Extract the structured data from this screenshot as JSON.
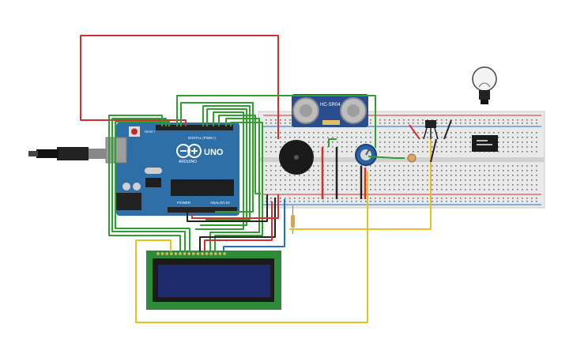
{
  "circuit": {
    "arduino": {
      "brand": "ARDUINO",
      "model": "UNO",
      "header_digital": "DIGITAL (PWM~)",
      "header_power": "POWER",
      "header_analog": "ANALOG IN",
      "reset_label": "RESET"
    },
    "ultrasonic": {
      "label": "HC-SR04"
    },
    "colors": {
      "board": "#2f6fa8",
      "breadboard": "#e9e9e9",
      "wire_red": "#d32f2f",
      "wire_green": "#2fa02f",
      "wire_black": "#222222",
      "wire_yellow": "#e8c21a",
      "wire_blue": "#1d6fd0",
      "lcd_pcb": "#2e8b3a",
      "lcd_screen": "#1d2a6b"
    },
    "icons": [
      "usb-cable-icon",
      "light-bulb-icon",
      "buzzer-icon",
      "potentiometer-icon",
      "relay-icon",
      "transistor-icon",
      "photoresistor-icon",
      "resistor-icon"
    ]
  }
}
